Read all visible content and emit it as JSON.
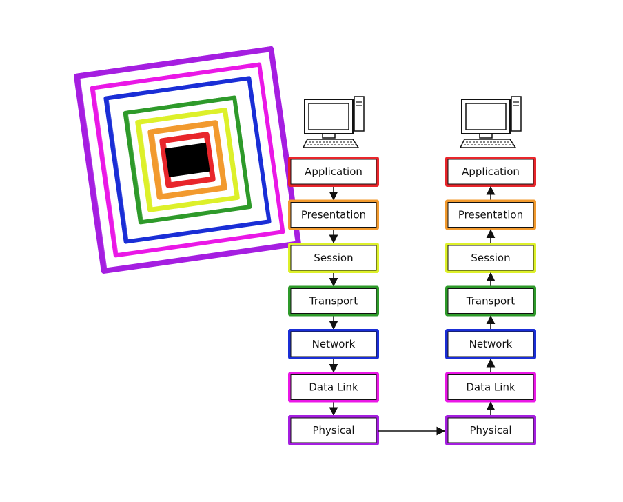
{
  "diagram": {
    "type": "osi-model",
    "layers": [
      {
        "label": "Application",
        "color": "#e8262b"
      },
      {
        "label": "Presentation",
        "color": "#f29a2e"
      },
      {
        "label": "Session",
        "color": "#ddf02a"
      },
      {
        "label": "Transport",
        "color": "#2e9a2a"
      },
      {
        "label": "Network",
        "color": "#1a2ed6"
      },
      {
        "label": "Data Link",
        "color": "#ea18e6"
      },
      {
        "label": "Physical",
        "color": "#a51ee0"
      }
    ],
    "stacks": [
      {
        "host": "computer-icon-sender",
        "flow": "down"
      },
      {
        "host": "computer-icon-receiver",
        "flow": "up"
      }
    ],
    "link": {
      "from": "sender-physical",
      "to": "receiver-physical"
    },
    "concentric_squares": {
      "colors": [
        "#a51ee0",
        "#ea18e6",
        "#1a2ed6",
        "#2e9a2a",
        "#ddf02a",
        "#f29a2e",
        "#e8262b"
      ],
      "center_color": "#000000"
    }
  }
}
